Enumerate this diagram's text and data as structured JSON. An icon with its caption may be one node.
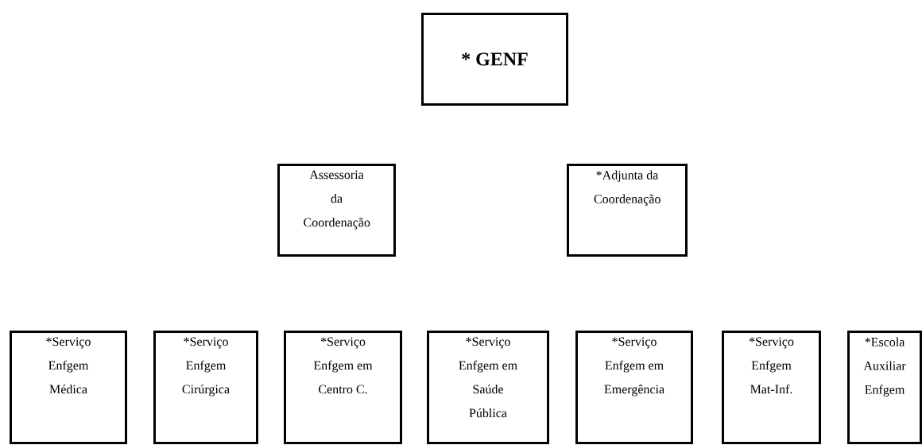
{
  "diagram": {
    "nodes": [
      {
        "text": [
          "* GENF"
        ]
      },
      {
        "text": [
          "Assessoria da Coordenação"
        ]
      },
      {
        "text": [
          "*Adjunta da Coordenação"
        ]
      },
      {
        "text": [
          "*Serviço Enfgem Médica"
        ]
      },
      {
        "text": [
          "*Serviço Enfgem Cirúrgica"
        ]
      },
      {
        "text": [
          "*Serviço Enfgem em Centro C."
        ]
      },
      {
        "text": [
          "*Serviço Enfgem em Saúde Pública"
        ]
      },
      {
        "text": [
          "*Serviço Enfgem em Emergência"
        ]
      },
      {
        "text": [
          "*Serviço Enfgem Mat-Inf."
        ]
      },
      {
        "text": [
          "*Escola Auxiliar Enfgem"
        ]
      }
    ]
  }
}
